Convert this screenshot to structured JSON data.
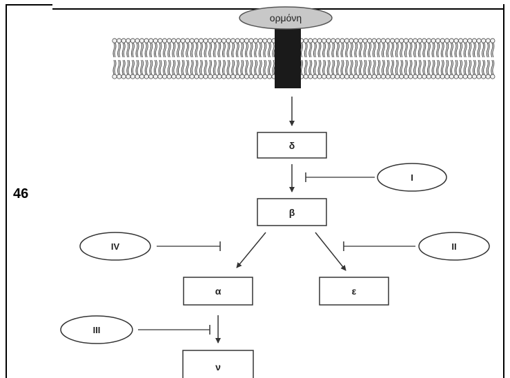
{
  "question_number": "46",
  "hormone_label": "ορμόνη",
  "boxes": {
    "delta": "δ",
    "beta": "β",
    "alpha": "α",
    "epsilon": "ε",
    "nu": "ν"
  },
  "inhibitors": {
    "I": "I",
    "II": "II",
    "III": "III",
    "IV": "IV"
  },
  "colors": {
    "receptor": "#1a1a1a",
    "hormone_fill": "#c8c8c8",
    "lines": "#333333"
  }
}
